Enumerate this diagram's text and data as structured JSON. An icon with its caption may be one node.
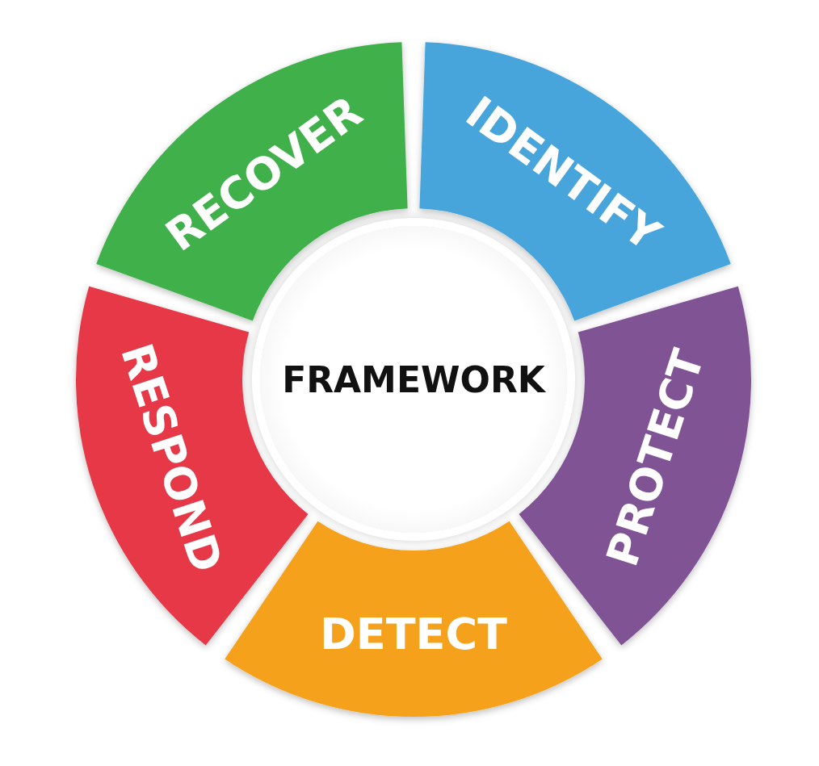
{
  "diagram": {
    "nodes": [
      {
        "text": [
          "IDENTIFY"
        ]
      },
      {
        "text": [
          "PROTECT"
        ]
      },
      {
        "text": [
          "DETECT"
        ]
      },
      {
        "text": [
          "RESPOND"
        ]
      },
      {
        "text": [
          "RECOVER"
        ]
      },
      {
        "text": [
          "FRAMEWORK"
        ]
      }
    ]
  }
}
